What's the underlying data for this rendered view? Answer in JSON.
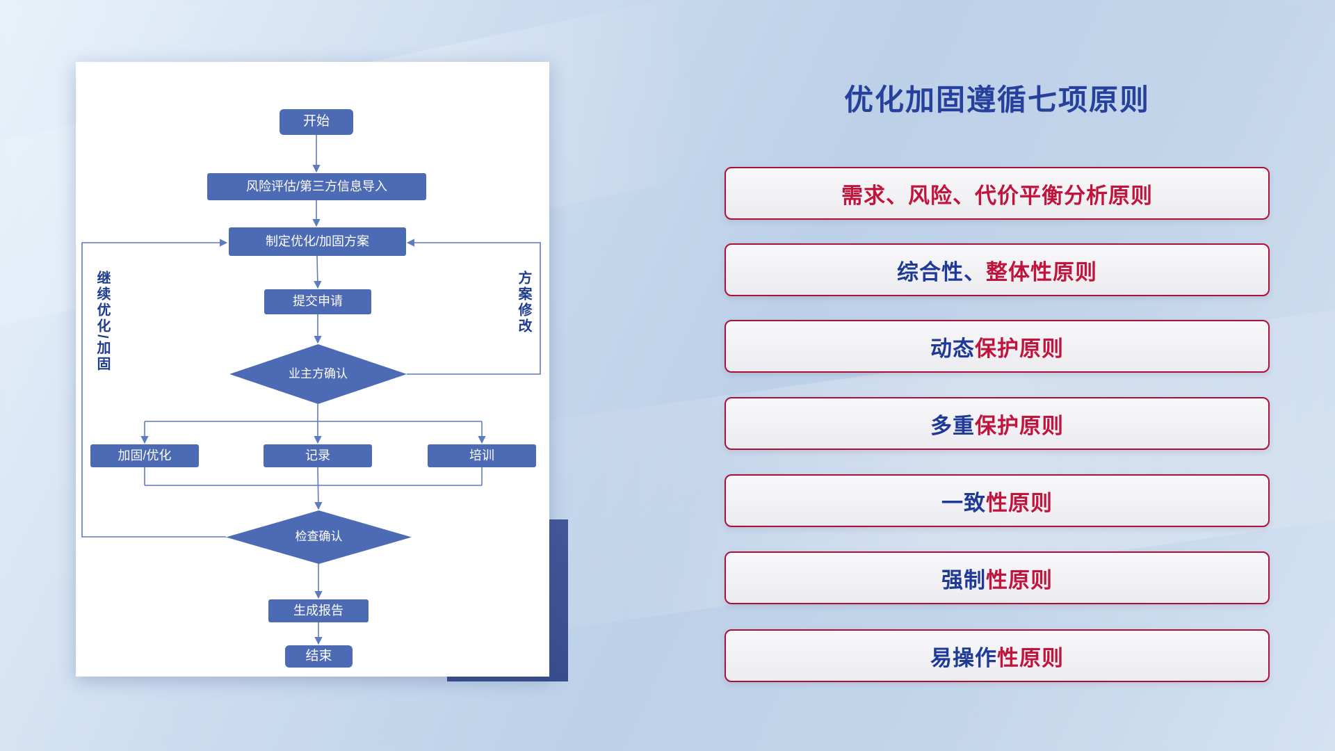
{
  "title": "优化加固遵循七项原则",
  "principles": [
    {
      "blue": "",
      "red": "需求、风险、代价平衡分析原则"
    },
    {
      "blue": "综合性、",
      "red": "整体性原则"
    },
    {
      "blue": "动态",
      "red": "保护原则"
    },
    {
      "blue": "多重",
      "red": "保护原则"
    },
    {
      "blue": "一致",
      "red": "性原则"
    },
    {
      "blue": "强制",
      "red": "性原则"
    },
    {
      "blue": "易操作",
      "red": "性原则"
    }
  ],
  "flowchart": {
    "nodes": [
      {
        "id": "start",
        "label": "开始",
        "type": "rounded"
      },
      {
        "id": "risk",
        "label": "风险评估/第三方信息导入",
        "type": "rect"
      },
      {
        "id": "plan",
        "label": "制定优化/加固方案",
        "type": "rect"
      },
      {
        "id": "submit",
        "label": "提交申请",
        "type": "rect"
      },
      {
        "id": "owner-confirm",
        "label": "业主方确认",
        "type": "diamond"
      },
      {
        "id": "harden",
        "label": "加固/优化",
        "type": "rect"
      },
      {
        "id": "record",
        "label": "记录",
        "type": "rect"
      },
      {
        "id": "training",
        "label": "培训",
        "type": "rect"
      },
      {
        "id": "check-confirm",
        "label": "检查确认",
        "type": "diamond"
      },
      {
        "id": "report",
        "label": "生成报告",
        "type": "rect"
      },
      {
        "id": "end",
        "label": "结束",
        "type": "rounded"
      }
    ],
    "edge_labels": {
      "left": "继续优化/加固",
      "right": "方案修改"
    }
  },
  "colors": {
    "node_fill": "#4d6ab4",
    "line": "#5d7bbd",
    "title": "#27409b",
    "red": "#c0143c",
    "blue": "#1e3a96"
  }
}
